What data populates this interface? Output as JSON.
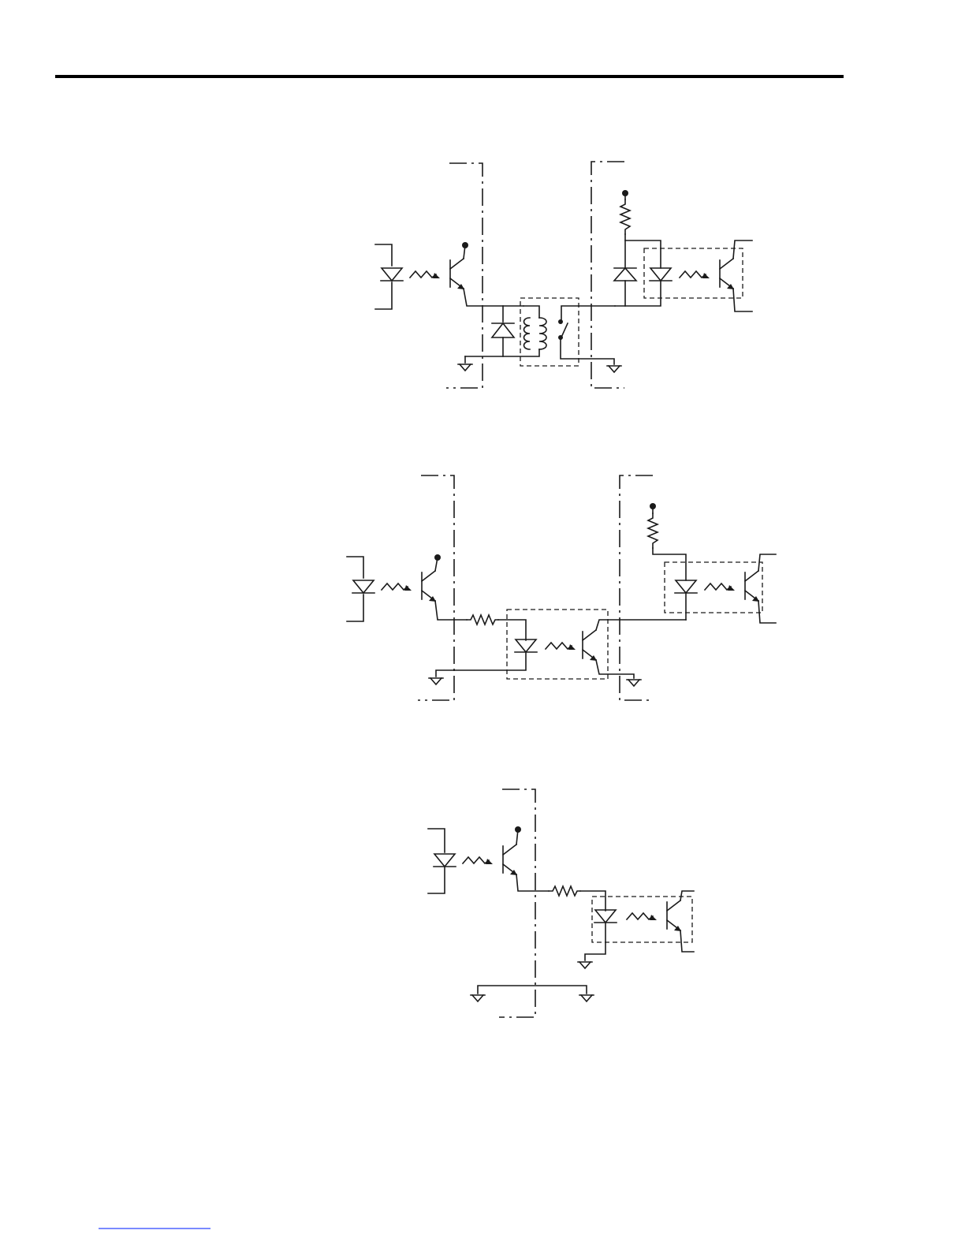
{
  "page": {
    "colors": {
      "ink": "#1a1a1a",
      "rule": "#000000",
      "link_underline": "#2a45ff"
    }
  },
  "header": {
    "rule": "header-rule"
  },
  "figures": [
    {
      "id": "relay-interface",
      "components": [
        "optocoupler",
        "flyback-diode",
        "relay-coil",
        "relay-contact",
        "pull-up-resistor",
        "clamp-diode",
        "input-optocoupler",
        "ground"
      ]
    },
    {
      "id": "optocoupler-interface",
      "components": [
        "optocoupler",
        "series-resistor",
        "isolating-optocoupler",
        "pull-up-resistor",
        "input-optocoupler",
        "ground"
      ]
    },
    {
      "id": "direct-interface",
      "components": [
        "optocoupler",
        "series-resistor",
        "input-optocoupler",
        "common-ground"
      ]
    }
  ],
  "footer": {
    "link": "footer-link-underline"
  }
}
